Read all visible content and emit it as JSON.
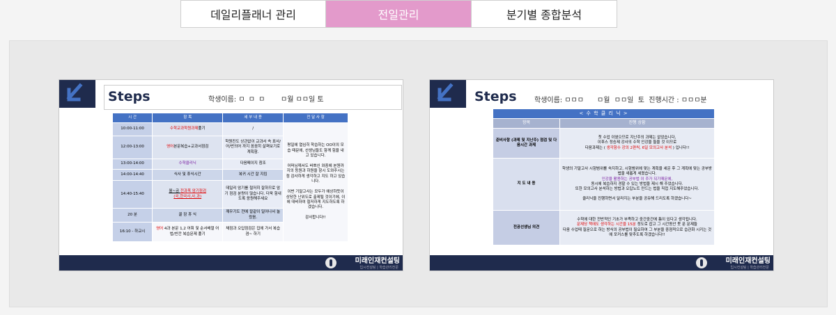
{
  "tabs": [
    {
      "label": "데일리플래너 관리",
      "active": false
    },
    {
      "label": "전일관리",
      "active": true
    },
    {
      "label": "분기별 종합분석",
      "active": false
    }
  ],
  "colors": {
    "active_tab": "#e39acb",
    "navy": "#1f2b4d",
    "blue_header": "#4472c4"
  },
  "left_slide": {
    "title": "Steps",
    "student_label": "학생이름: ",
    "student_mask": "ㅁ ㅁ ㅁ",
    "date": "ㅁ월  ㅁㅁ일    토",
    "headers": [
      "시 간",
      "항 목",
      "세 부 내 용",
      "전 달 사 항"
    ],
    "rows": [
      {
        "time": "10:00-11:00",
        "item_pre": "",
        "item_red": "수학교과학원과제",
        "item_post": "풀기",
        "detail": "/"
      },
      {
        "time": "12:00-13:00",
        "item_pre": "",
        "item_red": "영어",
        "item_post": "본문복습+교과서점검",
        "detail": "학원진도 상관없이 교과서 속 표사/어/반의어 까지 꼼꼼히 살펴보기로 계획함."
      },
      {
        "time": "13:00-14:00",
        "item_pre": "",
        "item_red": "",
        "item_purple": "수학클리닉",
        "item_post": "",
        "detail": "다음페이지 참조"
      },
      {
        "time": "14:00-14:40",
        "item_pre": "식사 및 휴식시간",
        "item_red": "",
        "item_post": "",
        "detail": "복귀 시간 잘 지킴"
      },
      {
        "time": "14:40-15:40",
        "item_pre": "월~금 ",
        "item_red": "전과목 암기점검",
        "item_red2": "(국,한국사,사,과)",
        "item_post": "",
        "detail": "데일리 암기를 철저히 잘하므로 암기 점검 분량이 많습니다. 더욱 힘내도록 응원해주세요"
      },
      {
        "time": "20 분",
        "item_pre": "꿀 잠 휴 식",
        "item_red": "",
        "item_post": "",
        "detail": "깨우기도 전에 칼같이 일어나서 놀랐음."
      },
      {
        "time": "16:10 - 하교시",
        "item_pre": "",
        "item_red": "영어",
        "item_post": " 4과 본문 1,2 어휘 및 순서배열 어법/빈칸 복습문제 풀기",
        "detail": "채점과 오답점검은 집에 가서 복습 겸~ 하기"
      }
    ],
    "notes": "평일에 열심히 학습하는 OO이의 모습 때문에, 선생님들도 함께 힘을 내고 있습니다.\n\n어머님께서도 바쁘신 와중에 본원까지의 등원과 하원을 항시 도와주시는 점 감사하게 생각하고 지도 하고 있습니다.\n\n이번 기말고사는 모두가 예상하듯이 상당한 난위도로 출제될 것이기에, 이에 대비하여 철저하게 지도하도록 하겠습니다.\n\n감사합니다!!",
    "logo_name": "미래인재컨설팅",
    "logo_sub": "입시컨설팅 | 학습관리전문"
  },
  "right_slide": {
    "title": "Steps",
    "student_line": "학생이름: ㅁㅁㅁ      ㅁ월  ㅁㅁ일  토  진행시간 : ㅁㅁㅁ분",
    "table_title": "< 수 학 클 리 닉 >",
    "col_headers": [
      "항목",
      "진행 상황"
    ],
    "rows": [
      {
        "label": "준비사항 (과제 및 지난주) 점검 및 다음시간 과제",
        "lines": [
          {
            "t": "첫 수업 이였으므로 지난주의 과제는 없었습니다,"
          },
          {
            "t": "이후스 정승제 강사의 수학 인강을 들을 것 이므로"
          },
          {
            "t": "다음과제는 ( ",
            "red": "생각함수 강의 2편씩, 6일 모의고사 분석",
            "post": " ) 입니다!!"
          }
        ]
      },
      {
        "label": "지 도 내 용",
        "lines": [
          {
            "t": "학생의 기말고사 시험범위를 숙지하고, 시험범위에 맞는 계획을 세운 후 그 계획에 맞는 공부방법을 새롭게 세웠습니다."
          },
          {
            "t": "",
            "purple": "인강을 활용하는 공부법 이 주가 되기때문에,"
          },
          {
            "t": "동시에 복습하지 경할 수 있는 방법을 제시 해 주었습니다."
          },
          {
            "t": "또한 모의고사 분석하는 방법과 오답노트 만드는 법을 직접 지도해주었습니다."
          },
          {
            "t": ""
          },
          {
            "t": "클리닉을 진행하면서 달라지는 부분을 공유해 드리도록 하겠습니다~"
          }
        ]
      },
      {
        "label": "전공선생님 의견",
        "lines": [
          {
            "t": "수학에 대한 전반적인 기초가 부족하고 중간중간에 틈이 있다고 생각됩니다."
          },
          {
            "t": "",
            "red": "문제당 책에도 생각하는 시간을 15분",
            "post": " 정도로 잡고 그 시간동안 못 푼 문제들"
          },
          {
            "t": "다음 수업때 질문으로 하는 방식의 공부법이 필요하여 그 부분을 중점적으로 습관화 시키는 것에 포커스를 맞추도록 하겠습니다!!"
          }
        ]
      }
    ],
    "logo_name": "미래인재컨설팅",
    "logo_sub": "입시컨설팅 | 학습관리전문"
  }
}
